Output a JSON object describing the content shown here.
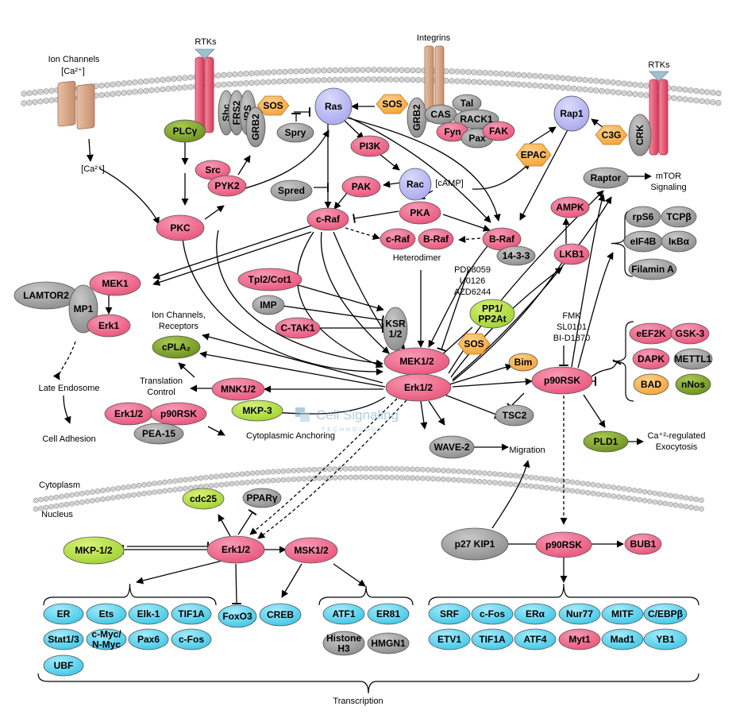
{
  "colors": {
    "pink": "#e9547a",
    "pink_light": "#f79ab4",
    "gray": "#8c8c8c",
    "gray_light": "#c8c8c8",
    "green": "#9fd22e",
    "green_light": "#d8f27a",
    "olive": "#6c8e1c",
    "olive_light": "#aacb52",
    "orange": "#f5a338",
    "orange_light": "#fbd08a",
    "cyan": "#3ec6e6",
    "cyan_light": "#a6ecfb",
    "lavender": "#a8a8ef",
    "lavender_light": "#dadafb",
    "receptor": "#ec5d74",
    "channel": "#d8a888",
    "membrane": "#bdbdbd"
  },
  "labels": {
    "ion_channels": "Ion Channels",
    "ca_top": "[Ca²⁺]",
    "ca_bottom": "[Ca²⁺]",
    "rtks_left": "RTKs",
    "integrins": "Integrins",
    "rtks_right": "RTKs",
    "camp": "[cAMP]",
    "mtor1": "mTOR",
    "mtor2": "Signaling",
    "heterodimer": "Heterodimer",
    "inhib1": "PD98059",
    "inhib2": "U0126",
    "inhib3": "AZD6244",
    "fmk1": "FMK",
    "fmk2": "SL0101",
    "fmk3": "BI-D1870",
    "ion_rec1": "Ion Channels,",
    "ion_rec2": "Receptors",
    "trans1": "Translation",
    "trans2": "Control",
    "late_endosome": "Late Endosome",
    "cell_adhesion": "Cell Adhesion",
    "cyto_anchor": "Cytoplasmic Anchoring",
    "migration": "Migration",
    "exo1": "Ca⁺²-regulated",
    "exo2": "Exocytosis",
    "cytoplasm": "Cytoplasm",
    "nucleus": "Nucleus",
    "transcription": "Transcription",
    "watermark": "Cell Signaling",
    "watermark_sub": "TECHNOLOGY"
  },
  "nodes": [
    {
      "id": "plcg",
      "label": "PLCγ",
      "shape": "ellipse",
      "color": "olive"
    },
    {
      "id": "shc",
      "label": "Shc",
      "shape": "ellipse",
      "color": "gray"
    },
    {
      "id": "frs2",
      "label": "FRS2",
      "shape": "ellipse",
      "color": "gray"
    },
    {
      "id": "irs",
      "label": "IRS",
      "shape": "ellipse",
      "color": "gray"
    },
    {
      "id": "grb2a",
      "label": "GRB2",
      "shape": "ellipse",
      "color": "gray"
    },
    {
      "id": "sos1",
      "label": "SOS",
      "shape": "hex",
      "color": "orange"
    },
    {
      "id": "spry",
      "label": "Spry",
      "shape": "ellipse",
      "color": "gray"
    },
    {
      "id": "ras",
      "label": "Ras",
      "shape": "circle",
      "color": "lavender"
    },
    {
      "id": "sos2",
      "label": "SOS",
      "shape": "hex",
      "color": "orange"
    },
    {
      "id": "grb2b",
      "label": "GRB2",
      "shape": "ellipse",
      "color": "gray"
    },
    {
      "id": "cas",
      "label": "CAS",
      "shape": "ellipse",
      "color": "gray"
    },
    {
      "id": "tal",
      "label": "Tal",
      "shape": "ellipse",
      "color": "gray"
    },
    {
      "id": "rack1",
      "label": "RACK1",
      "shape": "ellipse",
      "color": "gray"
    },
    {
      "id": "fyn",
      "label": "Fyn",
      "shape": "ellipse",
      "color": "pink"
    },
    {
      "id": "pax",
      "label": "Pax",
      "shape": "ellipse",
      "color": "gray"
    },
    {
      "id": "fak",
      "label": "FAK",
      "shape": "ellipse",
      "color": "pink"
    },
    {
      "id": "rap1",
      "label": "Rap1",
      "shape": "circle",
      "color": "lavender"
    },
    {
      "id": "c3g",
      "label": "C3G",
      "shape": "hex",
      "color": "orange"
    },
    {
      "id": "crk",
      "label": "CRK",
      "shape": "ellipse",
      "color": "gray"
    },
    {
      "id": "src",
      "label": "Src",
      "shape": "ellipse",
      "color": "pink"
    },
    {
      "id": "pyk2",
      "label": "PYK2",
      "shape": "ellipse",
      "color": "pink"
    },
    {
      "id": "pi3k",
      "label": "PI3K",
      "shape": "ellipse",
      "color": "pink"
    },
    {
      "id": "epac",
      "label": "EPAC",
      "shape": "hex",
      "color": "orange"
    },
    {
      "id": "raptor",
      "label": "Raptor",
      "shape": "ellipse",
      "color": "gray"
    },
    {
      "id": "spred",
      "label": "Spred",
      "shape": "ellipse",
      "color": "gray"
    },
    {
      "id": "pak",
      "label": "PAK",
      "shape": "ellipse",
      "color": "pink"
    },
    {
      "id": "rac",
      "label": "Rac",
      "shape": "circle",
      "color": "lavender"
    },
    {
      "id": "ampk",
      "label": "AMPK",
      "shape": "ellipse",
      "color": "pink"
    },
    {
      "id": "pkc",
      "label": "PKC",
      "shape": "ellipse",
      "color": "pink"
    },
    {
      "id": "craf",
      "label": "c-Raf",
      "shape": "ellipse",
      "color": "pink"
    },
    {
      "id": "pka",
      "label": "PKA",
      "shape": "ellipse",
      "color": "pink"
    },
    {
      "id": "craf2",
      "label": "c-Raf",
      "shape": "ellipse",
      "color": "pink"
    },
    {
      "id": "braf2",
      "label": "B-Raf",
      "shape": "ellipse",
      "color": "pink"
    },
    {
      "id": "braf",
      "label": "B-Raf",
      "shape": "ellipse",
      "color": "pink"
    },
    {
      "id": "p1433",
      "label": "14-3-3",
      "shape": "ellipse",
      "color": "gray"
    },
    {
      "id": "lkb1",
      "label": "LKB1",
      "shape": "ellipse",
      "color": "pink"
    },
    {
      "id": "rps6",
      "label": "rpS6",
      "shape": "ellipse",
      "color": "gray"
    },
    {
      "id": "tcpb",
      "label": "TCPβ",
      "shape": "ellipse",
      "color": "gray"
    },
    {
      "id": "eif4b",
      "label": "eIF4B",
      "shape": "ellipse",
      "color": "gray"
    },
    {
      "id": "ikba",
      "label": "IκBα",
      "shape": "ellipse",
      "color": "gray"
    },
    {
      "id": "filamin",
      "label": "Filamin A",
      "shape": "ellipse",
      "color": "gray"
    },
    {
      "id": "mek1",
      "label": "MEK1",
      "shape": "ellipse",
      "color": "pink"
    },
    {
      "id": "lamtor2",
      "label": "LAMTOR2",
      "shape": "ellipse",
      "color": "gray"
    },
    {
      "id": "mp1",
      "label": "MP1",
      "shape": "ellipse",
      "color": "gray"
    },
    {
      "id": "erk1",
      "label": "Erk1",
      "shape": "ellipse",
      "color": "pink"
    },
    {
      "id": "tpl2",
      "label": "Tpl2/Cot1",
      "shape": "ellipse",
      "color": "pink"
    },
    {
      "id": "imp",
      "label": "IMP",
      "shape": "ellipse",
      "color": "gray"
    },
    {
      "id": "ctak1",
      "label": "C-TAK1",
      "shape": "ellipse",
      "color": "pink"
    },
    {
      "id": "ksr",
      "label": "KSR\n1/2",
      "shape": "ellipse",
      "color": "gray"
    },
    {
      "id": "pp1",
      "label": "PP1/\nPP2At",
      "shape": "ellipse",
      "color": "green"
    },
    {
      "id": "sos3",
      "label": "SOS",
      "shape": "hex",
      "color": "orange"
    },
    {
      "id": "mek12",
      "label": "MEK1/2",
      "shape": "ellipse",
      "color": "pink"
    },
    {
      "id": "erk12",
      "label": "Erk1/2",
      "shape": "ellipse",
      "color": "pink"
    },
    {
      "id": "bim",
      "label": "Bim",
      "shape": "ellipse",
      "color": "orange"
    },
    {
      "id": "p90rsk",
      "label": "p90RSK",
      "shape": "ellipse",
      "color": "pink"
    },
    {
      "id": "eef2k",
      "label": "eEF2K",
      "shape": "ellipse",
      "color": "pink"
    },
    {
      "id": "gsk3",
      "label": "GSK-3",
      "shape": "ellipse",
      "color": "pink"
    },
    {
      "id": "dapk",
      "label": "DAPK",
      "shape": "ellipse",
      "color": "pink"
    },
    {
      "id": "mettl1",
      "label": "METTL1",
      "shape": "ellipse",
      "color": "gray"
    },
    {
      "id": "bad",
      "label": "BAD",
      "shape": "ellipse",
      "color": "orange"
    },
    {
      "id": "nnos",
      "label": "nNos",
      "shape": "ellipse",
      "color": "olive"
    },
    {
      "id": "cpla2",
      "label": "cPLA₂",
      "shape": "ellipse",
      "color": "olive"
    },
    {
      "id": "mnk12",
      "label": "MNK1/2",
      "shape": "ellipse",
      "color": "pink"
    },
    {
      "id": "erk12c",
      "label": "Erk1/2",
      "shape": "ellipse",
      "color": "pink"
    },
    {
      "id": "p90rskc",
      "label": "p90RSK",
      "shape": "ellipse",
      "color": "pink"
    },
    {
      "id": "pea15",
      "label": "PEA-15",
      "shape": "ellipse",
      "color": "gray"
    },
    {
      "id": "mkp3",
      "label": "MKP-3",
      "shape": "ellipse",
      "color": "green"
    },
    {
      "id": "tsc2",
      "label": "TSC2",
      "shape": "ellipse",
      "color": "gray"
    },
    {
      "id": "wave2",
      "label": "WAVE-2",
      "shape": "ellipse",
      "color": "gray"
    },
    {
      "id": "pld1",
      "label": "PLD1",
      "shape": "ellipse",
      "color": "olive"
    },
    {
      "id": "cdc25",
      "label": "cdc25",
      "shape": "ellipse",
      "color": "green"
    },
    {
      "id": "ppary",
      "label": "PPARγ",
      "shape": "ellipse",
      "color": "gray"
    },
    {
      "id": "mkp12",
      "label": "MKP-1/2",
      "shape": "ellipse",
      "color": "green"
    },
    {
      "id": "erk12n",
      "label": "Erk1/2",
      "shape": "ellipse",
      "color": "pink"
    },
    {
      "id": "msk12",
      "label": "MSK1/2",
      "shape": "ellipse",
      "color": "pink"
    },
    {
      "id": "p27",
      "label": "p27 KIP1",
      "shape": "ellipse",
      "color": "gray"
    },
    {
      "id": "p90rskn",
      "label": "p90RSK",
      "shape": "ellipse",
      "color": "pink"
    },
    {
      "id": "bub1",
      "label": "BUB1",
      "shape": "ellipse",
      "color": "pink"
    },
    {
      "id": "foxo3",
      "label": "FoxO3",
      "shape": "ellipse",
      "color": "cyan"
    },
    {
      "id": "creb",
      "label": "CREB",
      "shape": "ellipse",
      "color": "cyan"
    },
    {
      "id": "er",
      "label": "ER",
      "shape": "ellipse",
      "color": "cyan"
    },
    {
      "id": "ets",
      "label": "Ets",
      "shape": "ellipse",
      "color": "cyan"
    },
    {
      "id": "elk1",
      "label": "Elk-1",
      "shape": "ellipse",
      "color": "cyan"
    },
    {
      "id": "tif1a",
      "label": "TIF1A",
      "shape": "ellipse",
      "color": "cyan"
    },
    {
      "id": "stat13",
      "label": "Stat1/3",
      "shape": "ellipse",
      "color": "cyan"
    },
    {
      "id": "cmyc",
      "label": "c-Myc/\nN-Myc",
      "shape": "ellipse",
      "color": "cyan"
    },
    {
      "id": "pax6",
      "label": "Pax6",
      "shape": "ellipse",
      "color": "cyan"
    },
    {
      "id": "cfos",
      "label": "c-Fos",
      "shape": "ellipse",
      "color": "cyan"
    },
    {
      "id": "ubf",
      "label": "UBF",
      "shape": "ellipse",
      "color": "cyan"
    },
    {
      "id": "atf1",
      "label": "ATF1",
      "shape": "ellipse",
      "color": "cyan"
    },
    {
      "id": "er81",
      "label": "ER81",
      "shape": "ellipse",
      "color": "cyan"
    },
    {
      "id": "histone",
      "label": "Histone\nH3",
      "shape": "ellipse",
      "color": "gray"
    },
    {
      "id": "hmgn1",
      "label": "HMGN1",
      "shape": "ellipse",
      "color": "gray"
    },
    {
      "id": "srf",
      "label": "SRF",
      "shape": "ellipse",
      "color": "cyan"
    },
    {
      "id": "cfos2",
      "label": "c-Fos",
      "shape": "ellipse",
      "color": "cyan"
    },
    {
      "id": "era",
      "label": "ERα",
      "shape": "ellipse",
      "color": "cyan"
    },
    {
      "id": "nur77",
      "label": "Nur77",
      "shape": "ellipse",
      "color": "cyan"
    },
    {
      "id": "mitf",
      "label": "MITF",
      "shape": "ellipse",
      "color": "cyan"
    },
    {
      "id": "cebpb",
      "label": "C/EBPβ",
      "shape": "ellipse",
      "color": "cyan"
    },
    {
      "id": "etv1",
      "label": "ETV1",
      "shape": "ellipse",
      "color": "cyan"
    },
    {
      "id": "tif1a2",
      "label": "TIF1A",
      "shape": "ellipse",
      "color": "cyan"
    },
    {
      "id": "atf4",
      "label": "ATF4",
      "shape": "ellipse",
      "color": "cyan"
    },
    {
      "id": "myt1",
      "label": "Myt1",
      "shape": "ellipse",
      "color": "pink"
    },
    {
      "id": "mad1",
      "label": "Mad1",
      "shape": "ellipse",
      "color": "cyan"
    },
    {
      "id": "yb1",
      "label": "YB1",
      "shape": "ellipse",
      "color": "cyan"
    }
  ]
}
